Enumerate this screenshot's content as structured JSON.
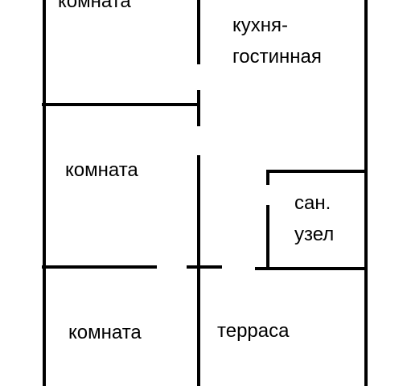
{
  "plan": {
    "wall_color": "#000000",
    "background": "#ffffff",
    "rooms": {
      "top_room": "комната",
      "kitchen_line1": "кухня-",
      "kitchen_line2": "гостинная",
      "middle_room": "комната",
      "bathroom_line1": "сан.",
      "bathroom_line2": "узел",
      "bottom_room": "комната",
      "terrace": "терраса"
    }
  }
}
